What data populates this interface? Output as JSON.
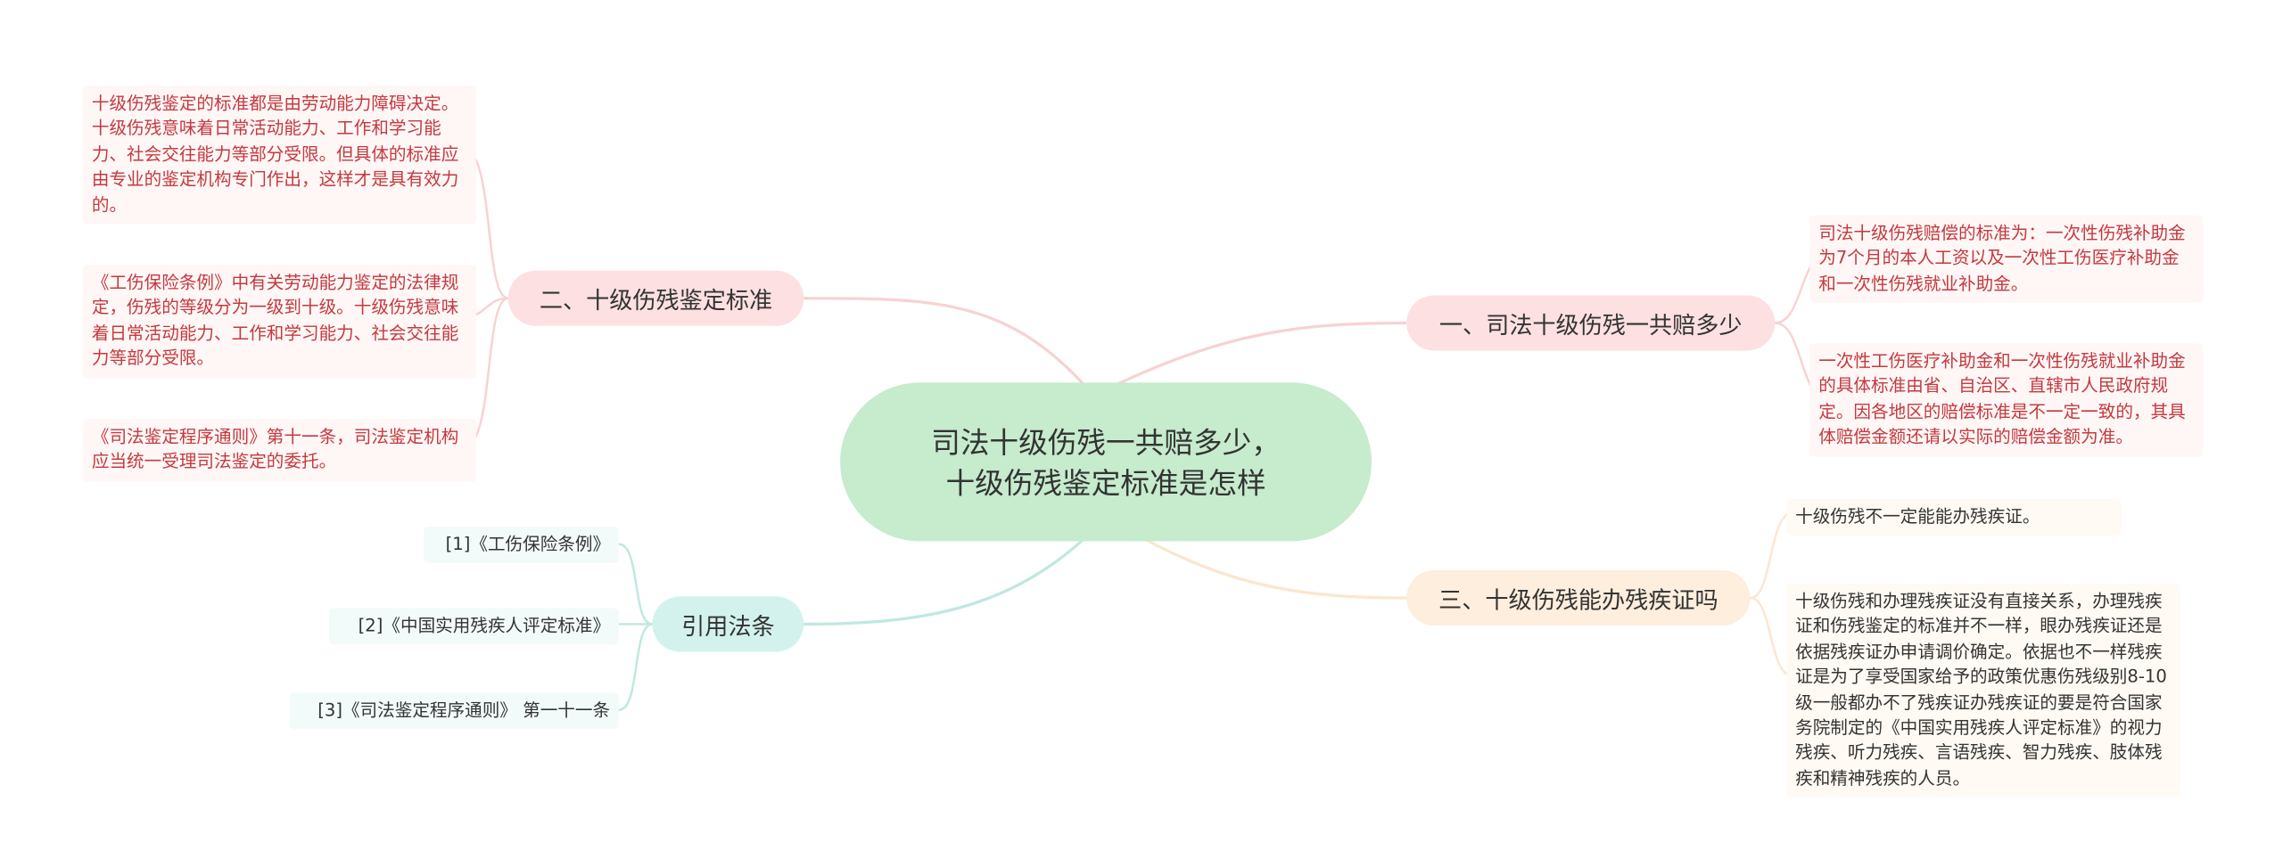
{
  "center": {
    "title": "司法十级伤残一共赔多少，十级伤残鉴定标准是怎样"
  },
  "branches": {
    "b1": "一、司法十级伤残一共赔多少",
    "b2": "二、十级伤残鉴定标准",
    "b3": "三、十级伤残能办残疾证吗",
    "b4": "引用法条"
  },
  "leaves": {
    "b1_1": "司法十级伤残赔偿的标准为：一次性伤残补助金为7个月的本人工资以及一次性工伤医疗补助金和一次性伤残就业补助金。",
    "b1_2": "一次性工伤医疗补助金和一次性伤残就业补助金的具体标准由省、自治区、直辖市人民政府规定。因各地区的赔偿标准是不一定一致的，其具体赔偿金额还请以实际的赔偿金额为准。",
    "b2_1": "十级伤残鉴定的标准都是由劳动能力障碍决定。十级伤残意味着日常活动能力、工作和学习能力、社会交往能力等部分受限。但具体的标准应由专业的鉴定机构专门作出，这样才是具有效力的。",
    "b2_2": "《工伤保险条例》中有关劳动能力鉴定的法律规定，伤残的等级分为一级到十级。十级伤残意味着日常活动能力、工作和学习能力、社会交往能力等部分受限。",
    "b2_3": "《司法鉴定程序通则》第十一条，司法鉴定机构应当统一受理司法鉴定的委托。",
    "b3_1": "十级伤残不一定能能办残疾证。",
    "b3_2": "十级伤残和办理残疾证没有直接关系，办理残疾证和伤残鉴定的标准并不一样，眼办残疾证还是依据残疾证办申请调价确定。依据也不一样残疾证是为了享受国家给予的政策优惠伤残级别8-10级一般都办不了残疾证办残疾证的要是符合国家务院制定的《中国实用残疾人评定标准》的视力残疾、听力残疾、言语残疾、智力残疾、肢体残疾和精神残疾的人员。",
    "b4_1": "[1]《工伤保险条例》",
    "b4_2": "[2]《中国实用残疾人评定标准》",
    "b4_3": "[3]《司法鉴定程序通则》 第一十一条"
  },
  "colors": {
    "center": "#c6ebcd",
    "branch_red": "#fde0e1",
    "branch_orange": "#fdeedd",
    "branch_teal": "#d3f2ed",
    "text_red": "#c33a3f"
  }
}
